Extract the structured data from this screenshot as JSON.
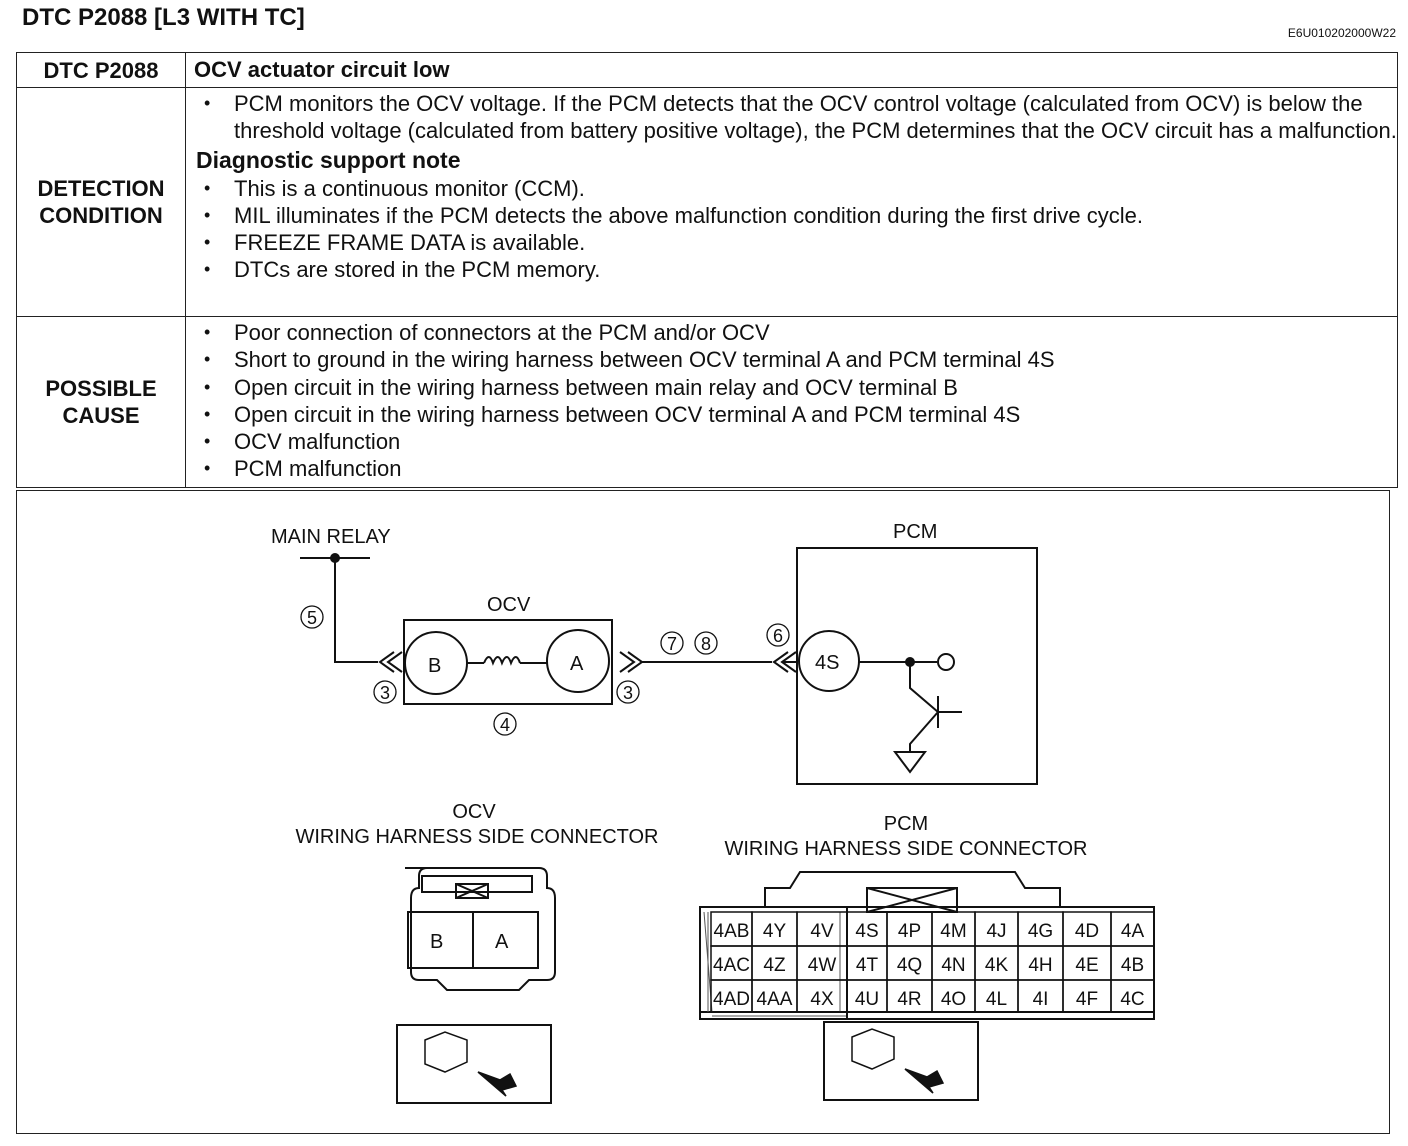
{
  "header": {
    "title": "DTC P2088 [L3 WITH TC]",
    "doc_code": "E6U010202000W22"
  },
  "table": {
    "code": "DTC P2088",
    "description": "OCV actuator circuit low",
    "detection_label": "DETECTION CONDITION",
    "detection_items": [
      "PCM monitors the OCV voltage. If the PCM detects that the OCV control voltage (calculated from OCV) is below the threshold voltage (calculated from battery positive voltage), the PCM determines that the OCV circuit has a malfunction."
    ],
    "support_note_title": "Diagnostic support note",
    "support_items": [
      "This is a continuous monitor (CCM).",
      "MIL illuminates if the PCM detects the above malfunction condition during the first drive cycle.",
      "FREEZE FRAME DATA is available.",
      "DTCs are stored in the PCM memory."
    ],
    "cause_label": "POSSIBLE CAUSE",
    "cause_items": [
      "Poor connection of connectors at the PCM and/or OCV",
      "Short to ground in the wiring harness between OCV terminal A and PCM terminal 4S",
      "Open circuit in the wiring harness between main relay and OCV terminal B",
      "Open circuit in the wiring harness between OCV terminal A and PCM terminal 4S",
      "OCV malfunction",
      "PCM malfunction"
    ]
  },
  "diagram": {
    "main_relay": "MAIN RELAY",
    "ocv": "OCV",
    "pcm": "PCM",
    "term_b": "B",
    "term_a": "A",
    "term_4s": "4S",
    "callout_5": "5",
    "callout_3": "3",
    "callout_4": "4",
    "callout_7": "7",
    "callout_8": "8",
    "callout_6": "6",
    "ocv_conn_title_1": "OCV",
    "ocv_conn_title_2": "WIRING HARNESS SIDE CONNECTOR",
    "pcm_conn_title_1": "PCM",
    "pcm_conn_title_2": "WIRING HARNESS SIDE CONNECTOR",
    "pcm_pins": [
      [
        "4AB",
        "4Y",
        "4V",
        "4S",
        "4P",
        "4M",
        "4J",
        "4G",
        "4D",
        "4A"
      ],
      [
        "4AC",
        "4Z",
        "4W",
        "4T",
        "4Q",
        "4N",
        "4K",
        "4H",
        "4E",
        "4B"
      ],
      [
        "4AD",
        "4AA",
        "4X",
        "4U",
        "4R",
        "4O",
        "4L",
        "4I",
        "4F",
        "4C"
      ]
    ]
  }
}
